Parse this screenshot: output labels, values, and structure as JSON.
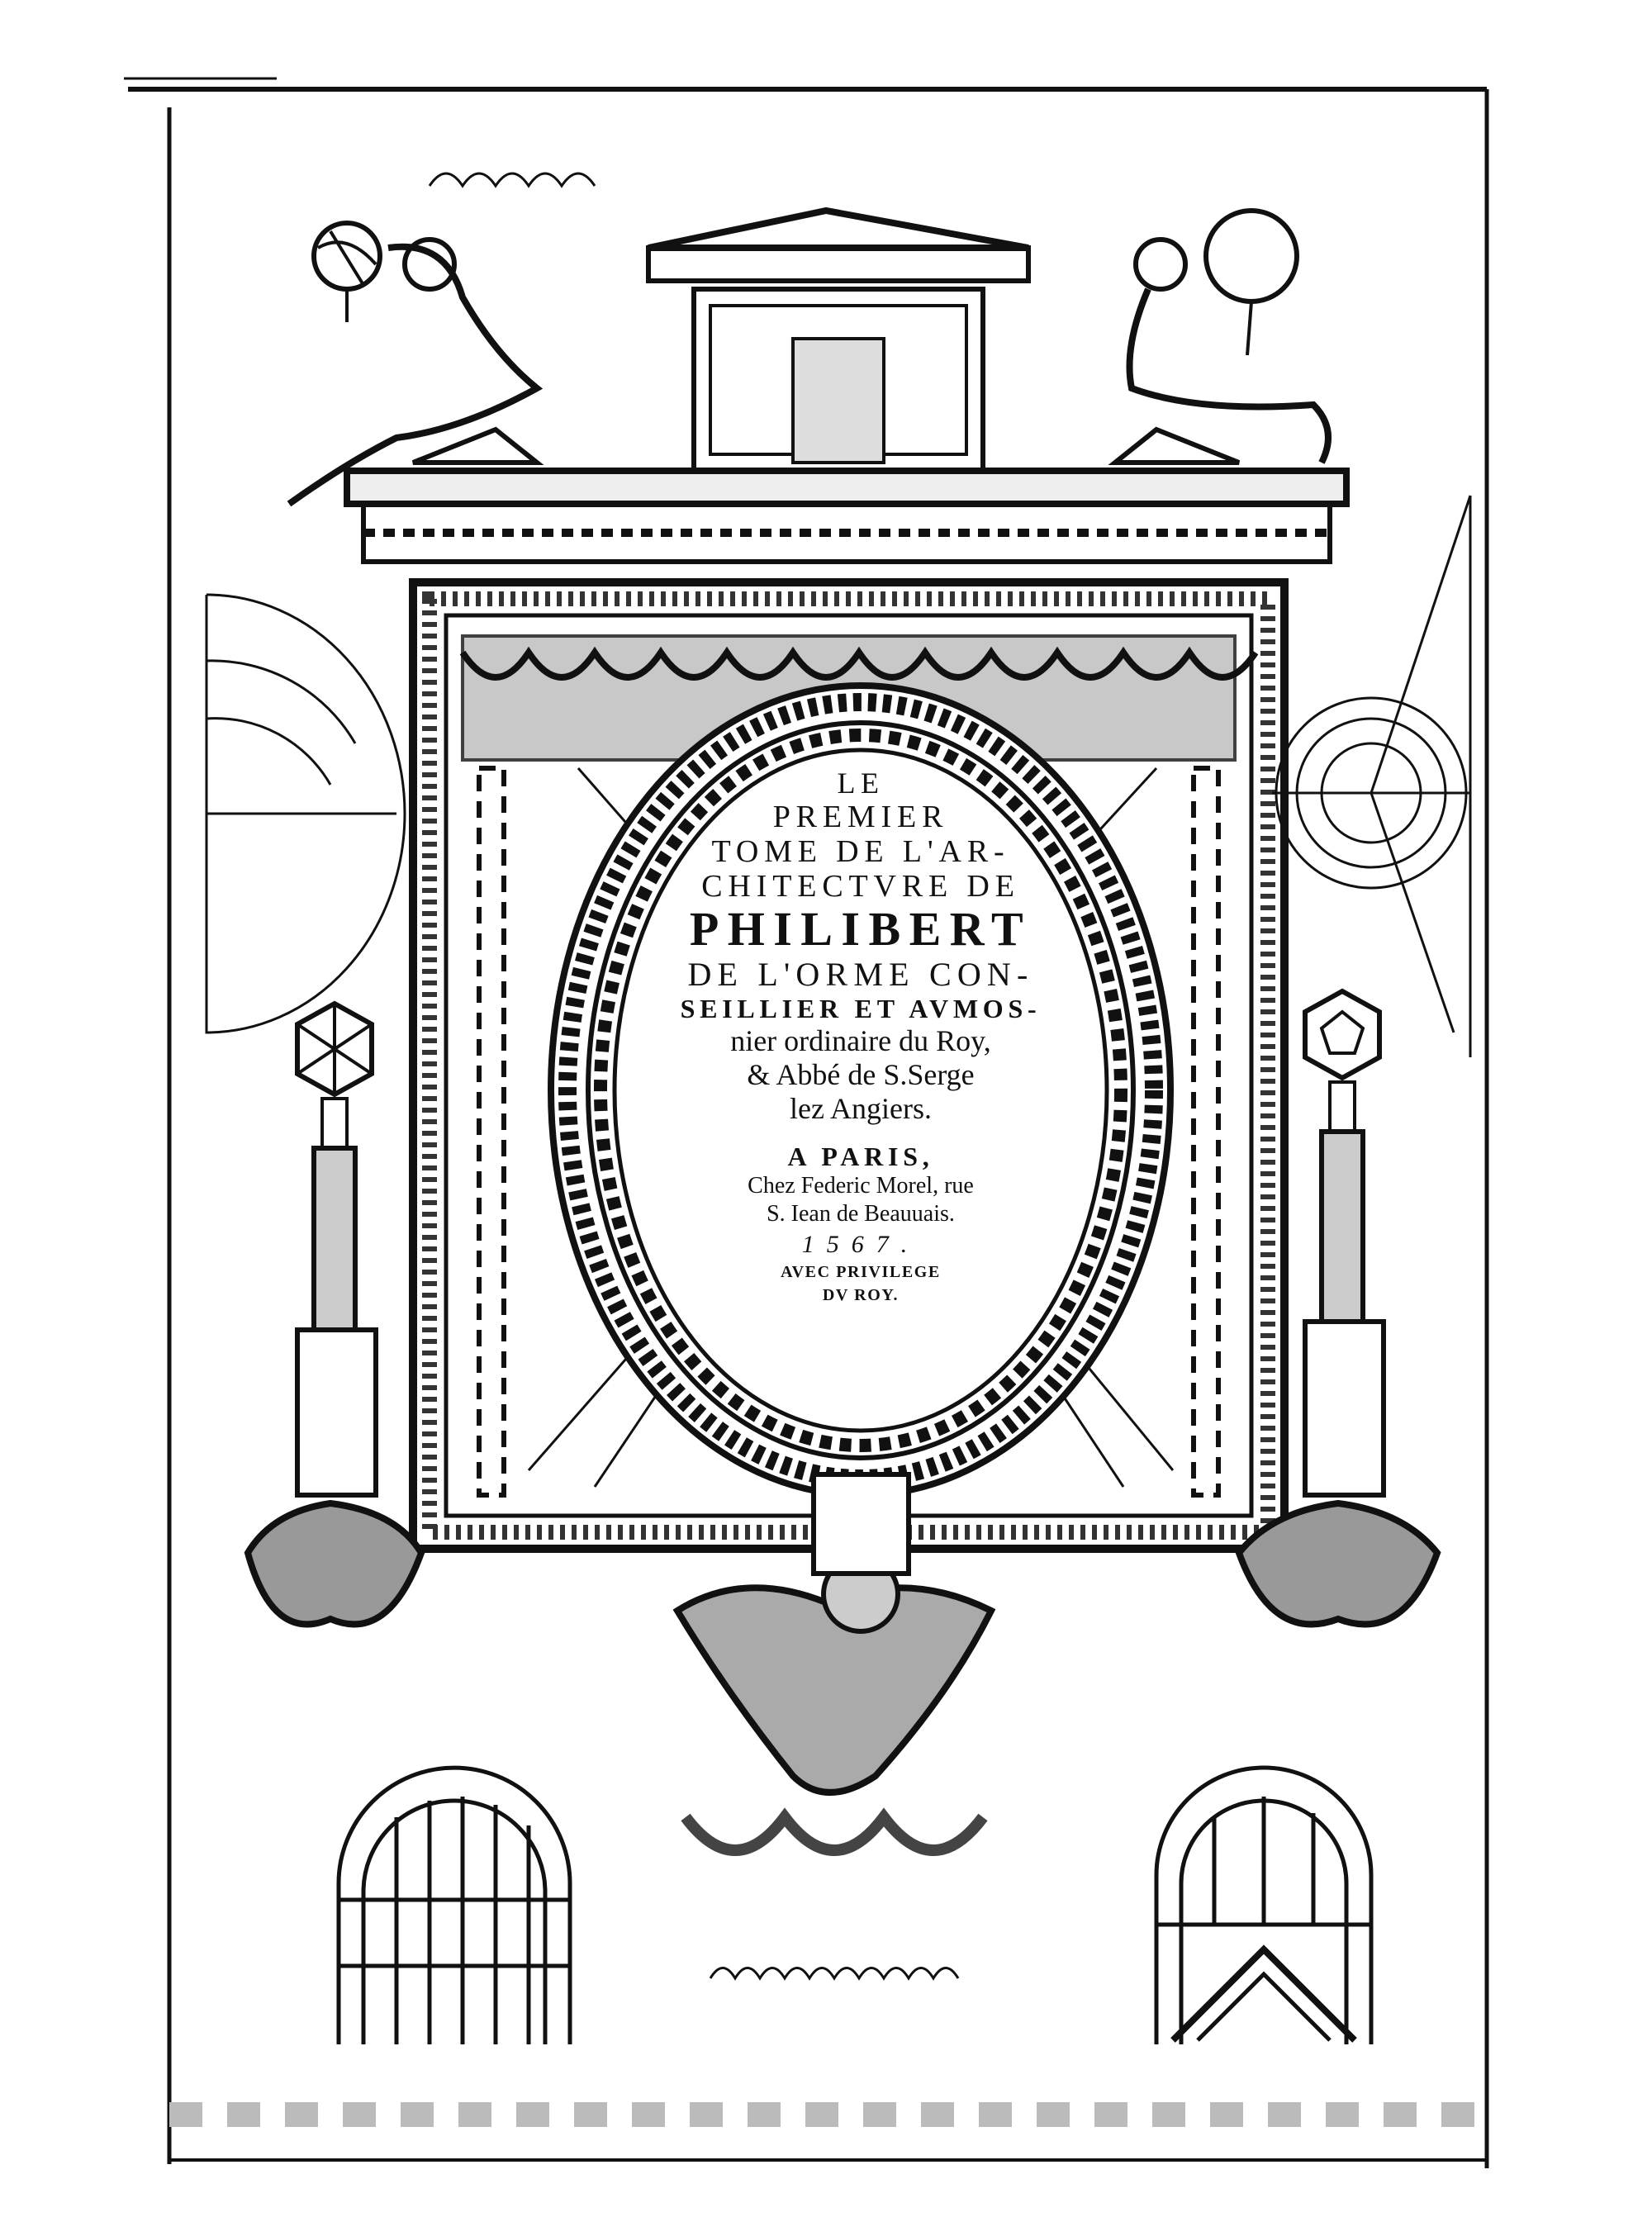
{
  "title_page": {
    "title_lines": [
      "LE",
      "PREMIER",
      "TOME DE L'AR-",
      "CHITECTVRE DE",
      "PHILIBERT",
      "DE L'ORME CON-",
      "SEILLIER ET AVMOS-",
      "nier ordinaire du Roy,",
      "& Abbé de S.Serge",
      "lez Angiers."
    ],
    "imprint": {
      "place": "A PARIS,",
      "printer": "Chez Federic Morel, rue",
      "address": "S. Iean de Beauuais.",
      "year": "1567.",
      "privilege_1": "AVEC PRIVILEGE",
      "privilege_2": "DV ROY."
    }
  },
  "colors": {
    "ink": "#111111",
    "paper": "#ffffff"
  }
}
